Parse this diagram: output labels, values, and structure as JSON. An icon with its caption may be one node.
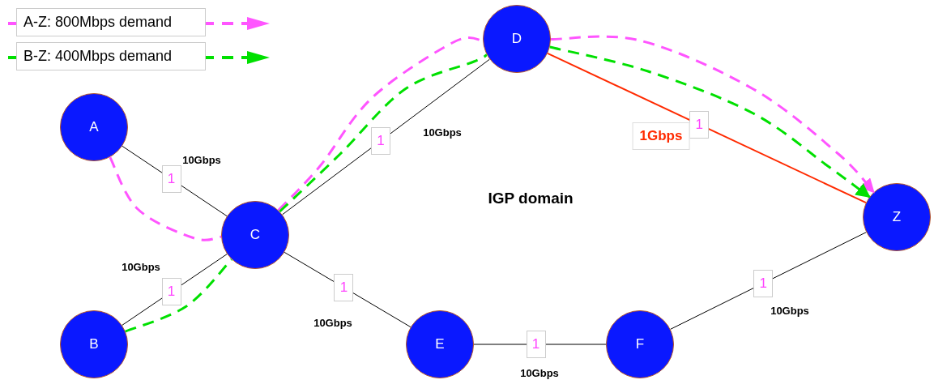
{
  "diagram": {
    "nodes": [
      {
        "text": [
          "A"
        ]
      },
      {
        "text": [
          "B"
        ]
      },
      {
        "text": [
          "C"
        ]
      },
      {
        "text": [
          "D"
        ]
      },
      {
        "text": [
          "E"
        ]
      },
      {
        "text": [
          "F"
        ]
      },
      {
        "text": [
          "Z"
        ]
      }
    ],
    "edges": [
      {
        "from": 0,
        "to": 2,
        "arrow": "none",
        "label": "1"
      },
      {
        "from": 1,
        "to": 2,
        "arrow": "none",
        "label": "1"
      },
      {
        "from": 2,
        "to": 3,
        "arrow": "none",
        "label": "1"
      },
      {
        "from": 3,
        "to": 6,
        "arrow": "none",
        "label": "1",
        "color": "#ff2a00"
      },
      {
        "from": 2,
        "to": 4,
        "arrow": "none",
        "label": "1"
      },
      {
        "from": 4,
        "to": 5,
        "arrow": "none",
        "label": "1"
      },
      {
        "from": 5,
        "to": 6,
        "arrow": "none",
        "label": "1"
      },
      {
        "from": 0,
        "to": 2,
        "arrow": "none",
        "style": "dashed",
        "color": "#ff55ff"
      },
      {
        "from": 2,
        "to": 3,
        "arrow": "none",
        "style": "dashed",
        "color": "#ff55ff"
      },
      {
        "from": 3,
        "to": 6,
        "arrow": "to",
        "style": "dashed",
        "color": "#ff55ff"
      },
      {
        "from": 1,
        "to": 2,
        "arrow": "none",
        "style": "dashed",
        "color": "#00e000"
      },
      {
        "from": 2,
        "to": 3,
        "arrow": "none",
        "style": "dashed",
        "color": "#00e000"
      },
      {
        "from": 3,
        "to": 6,
        "arrow": "to",
        "style": "dashed",
        "color": "#00e000"
      }
    ],
    "labels": [
      "10Gbps",
      "10Gbps",
      "1Gbps",
      "IGP domain",
      "10Gbps",
      "10Gbps",
      "10Gbps",
      "10Gbps"
    ],
    "legend": [
      {
        "text": "A-Z: 800Mbps demand"
      },
      {
        "text": "B-Z: 400Mbps demand"
      }
    ]
  }
}
